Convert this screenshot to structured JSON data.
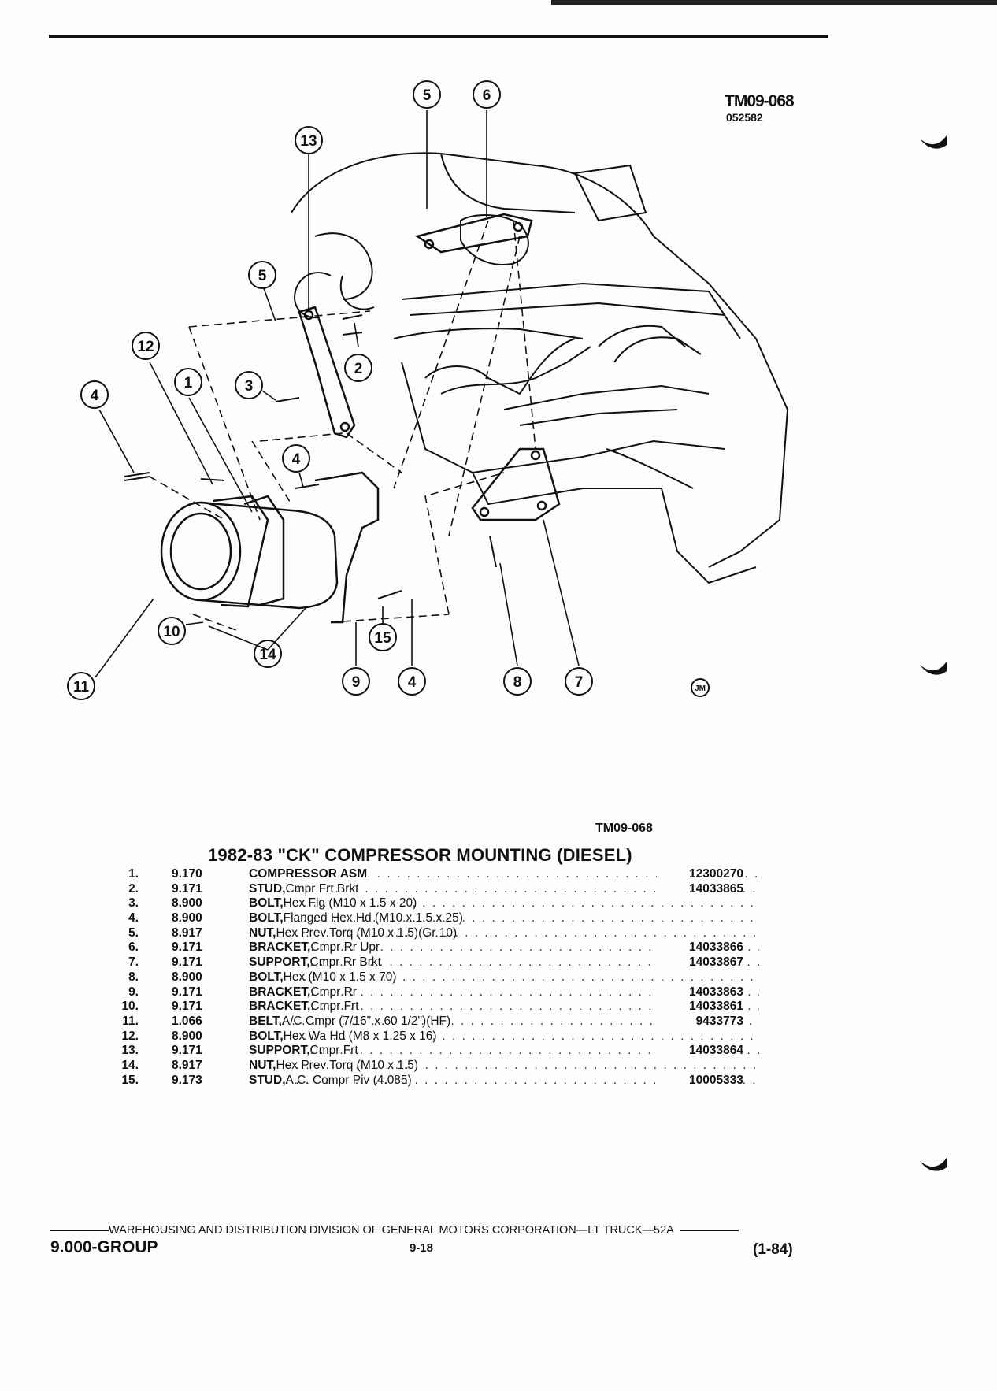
{
  "figure": {
    "code_top": "TM09-068",
    "date_code": "052582",
    "code_bottom": "TM09-068",
    "artist_mark": "JM"
  },
  "callouts": [
    "5",
    "6",
    "13",
    "5",
    "12",
    "1",
    "3",
    "2",
    "4",
    "4",
    "10",
    "15",
    "14",
    "11",
    "9",
    "4",
    "8",
    "7"
  ],
  "section_title": "1982-83 \"CK\" COMPRESSOR MOUNTING (DIESEL)",
  "parts": [
    {
      "num": "1.",
      "group": "9.170",
      "name": "COMPRESSOR ASM",
      "spec": "",
      "part_no": "12300270"
    },
    {
      "num": "2.",
      "group": "9.171",
      "name": "STUD,",
      "spec": "Cmpr Frt Brkt",
      "part_no": "14033865"
    },
    {
      "num": "3.",
      "group": "8.900",
      "name": "BOLT,",
      "spec": "Hex Flg (M10 x 1.5 x 20)",
      "part_no": ""
    },
    {
      "num": "4.",
      "group": "8.900",
      "name": "BOLT,",
      "spec": "Flanged Hex Hd (M10 x 1.5 x 25)",
      "part_no": ""
    },
    {
      "num": "5.",
      "group": "8.917",
      "name": "NUT,",
      "spec": "Hex Prev Torq (M10 x 1.5)(Gr 10)",
      "part_no": ""
    },
    {
      "num": "6.",
      "group": "9.171",
      "name": "BRACKET,",
      "spec": "Cmpr Rr Upr",
      "part_no": "14033866"
    },
    {
      "num": "7.",
      "group": "9.171",
      "name": "SUPPORT,",
      "spec": "Cmpr Rr Brkt",
      "part_no": "14033867"
    },
    {
      "num": "8.",
      "group": "8.900",
      "name": "BOLT,",
      "spec": "Hex (M10 x 1.5 x 70)",
      "part_no": ""
    },
    {
      "num": "9.",
      "group": "9.171",
      "name": "BRACKET,",
      "spec": "Cmpr Rr",
      "part_no": "14033863"
    },
    {
      "num": "10.",
      "group": "9.171",
      "name": "BRACKET,",
      "spec": "Cmpr Frt",
      "part_no": "14033861"
    },
    {
      "num": "11.",
      "group": "1.066",
      "name": "BELT,",
      "spec": "A/C Cmpr (7/16\" x 60 1/2\")(HF)",
      "part_no": "9433773"
    },
    {
      "num": "12.",
      "group": "8.900",
      "name": "BOLT,",
      "spec": "Hex Wa Hd (M8 x 1.25 x 16)",
      "part_no": ""
    },
    {
      "num": "13.",
      "group": "9.171",
      "name": "SUPPORT,",
      "spec": "Cmpr Frt",
      "part_no": "14033864"
    },
    {
      "num": "14.",
      "group": "8.917",
      "name": "NUT,",
      "spec": "Hex Prev Torq (M10 x 1.5)",
      "part_no": ""
    },
    {
      "num": "15.",
      "group": "9.173",
      "name": "STUD,",
      "spec": "A.C. Compr Piv (4.085)",
      "part_no": "10005333"
    }
  ],
  "footer": {
    "division": "WAREHOUSING AND DISTRIBUTION  DIVISION OF GENERAL MOTORS CORPORATION—LT TRUCK—52A",
    "group": "9.000-GROUP",
    "page": "9-18",
    "date": "(1-84)"
  }
}
